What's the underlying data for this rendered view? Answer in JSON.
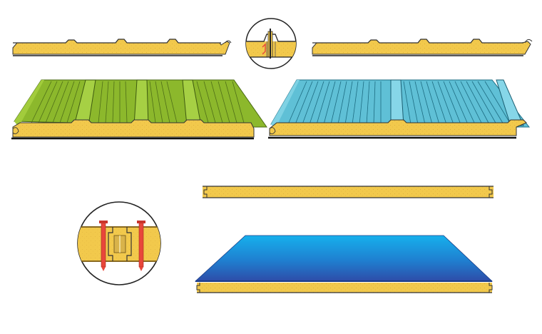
{
  "figure": {
    "panels": [
      {
        "id": "roof-panel-green-profile",
        "kind": "trapezoidal-roof-profile"
      },
      {
        "id": "roof-panel-green",
        "kind": "trapezoidal-roof-panel",
        "facing_color": "#8cb82c"
      },
      {
        "id": "roof-joint-detail",
        "kind": "joint-detail-circle"
      },
      {
        "id": "roof-panel-blue-profile",
        "kind": "trapezoidal-roof-profile"
      },
      {
        "id": "roof-panel-blue",
        "kind": "trapezoidal-roof-panel",
        "facing_color": "#5fc0d6"
      },
      {
        "id": "wall-panel-profile",
        "kind": "flat-wall-profile"
      },
      {
        "id": "wall-joint-detail",
        "kind": "joint-detail-circle"
      },
      {
        "id": "wall-panel-blue",
        "kind": "flat-wall-panel",
        "facing_color": "#1f7fd0"
      }
    ],
    "colors": {
      "foam_core": "#f2c94c",
      "foam_edge": "#c9962a",
      "outline": "#222222",
      "fastener": "#e8473b",
      "green_facing": "#8cb82c",
      "blue_roof_facing": "#5fc0d6",
      "wall_facing_top": "#14a6e6",
      "wall_facing_bottom": "#2b4fb0"
    }
  }
}
